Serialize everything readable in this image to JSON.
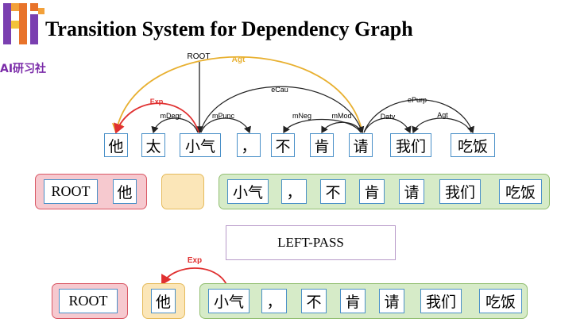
{
  "title": "Transition System for Dependency Graph",
  "logo": {
    "text": "AI研习社"
  },
  "colors": {
    "exp_arc": "#e03030",
    "agt_arc": "#e8b030",
    "arc": "#222222",
    "token_border": "#4a90c8",
    "stack_bg": "#f6c9cf",
    "buffer_bg": "#fbe6b8",
    "input_bg": "#d6ebc8"
  },
  "graph": {
    "tokens": [
      "他",
      "太",
      "小气",
      "，",
      "不",
      "肯",
      "请",
      "我们",
      "吃饭"
    ],
    "arc_labels": {
      "root": "ROOT",
      "agt_top": "Agt",
      "ecau": "eCau",
      "exp": "Exp",
      "mdegr": "mDegr",
      "mpunc": "mPunc",
      "mneg": "mNeg",
      "mmod": "mMod",
      "epurp": "ePurp",
      "datv": "Datv",
      "agt": "Agt"
    }
  },
  "state1": {
    "stack": [
      "ROOT",
      "他"
    ],
    "buffer": [],
    "input": [
      "小气",
      "，",
      "不",
      "肯",
      "请",
      "我们",
      "吃饭"
    ]
  },
  "action": "LEFT-PASS",
  "state2": {
    "stack": [
      "ROOT"
    ],
    "buffer": [
      "他"
    ],
    "input": [
      "小气",
      "，",
      "不",
      "肯",
      "请",
      "我们",
      "吃饭"
    ],
    "arc_label": "Exp"
  }
}
